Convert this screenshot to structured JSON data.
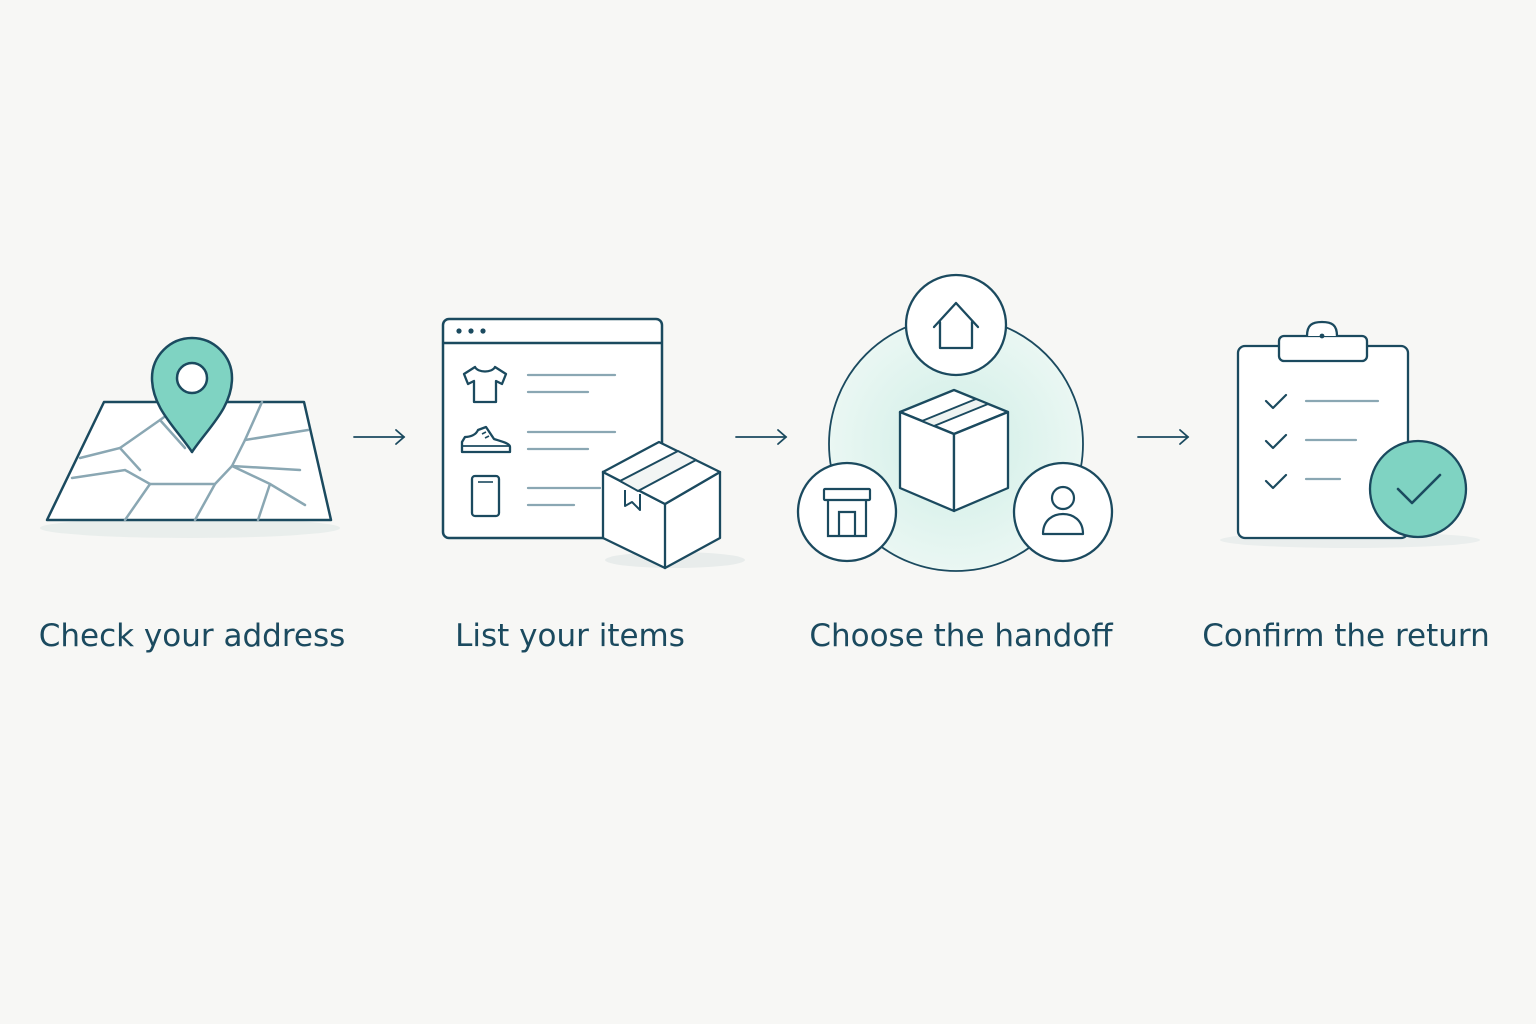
{
  "colors": {
    "background": "#f7f7f5",
    "stroke": "#1b4a5f",
    "accent": "#7fd3c2",
    "accent_light": "#dcf2ec",
    "map_roads": "#8aa7b3",
    "list_lines": "#8aa7b3"
  },
  "steps": [
    {
      "label": "Check your address",
      "icon": "map-pin-icon"
    },
    {
      "label": "List your items",
      "icon": "item-list-with-box-icon"
    },
    {
      "label": "Choose the handoff",
      "icon": "handoff-options-icon"
    },
    {
      "label": "Confirm the return",
      "icon": "clipboard-check-icon"
    }
  ],
  "connectors": [
    "arrow-right-icon",
    "arrow-right-icon",
    "arrow-right-icon"
  ]
}
